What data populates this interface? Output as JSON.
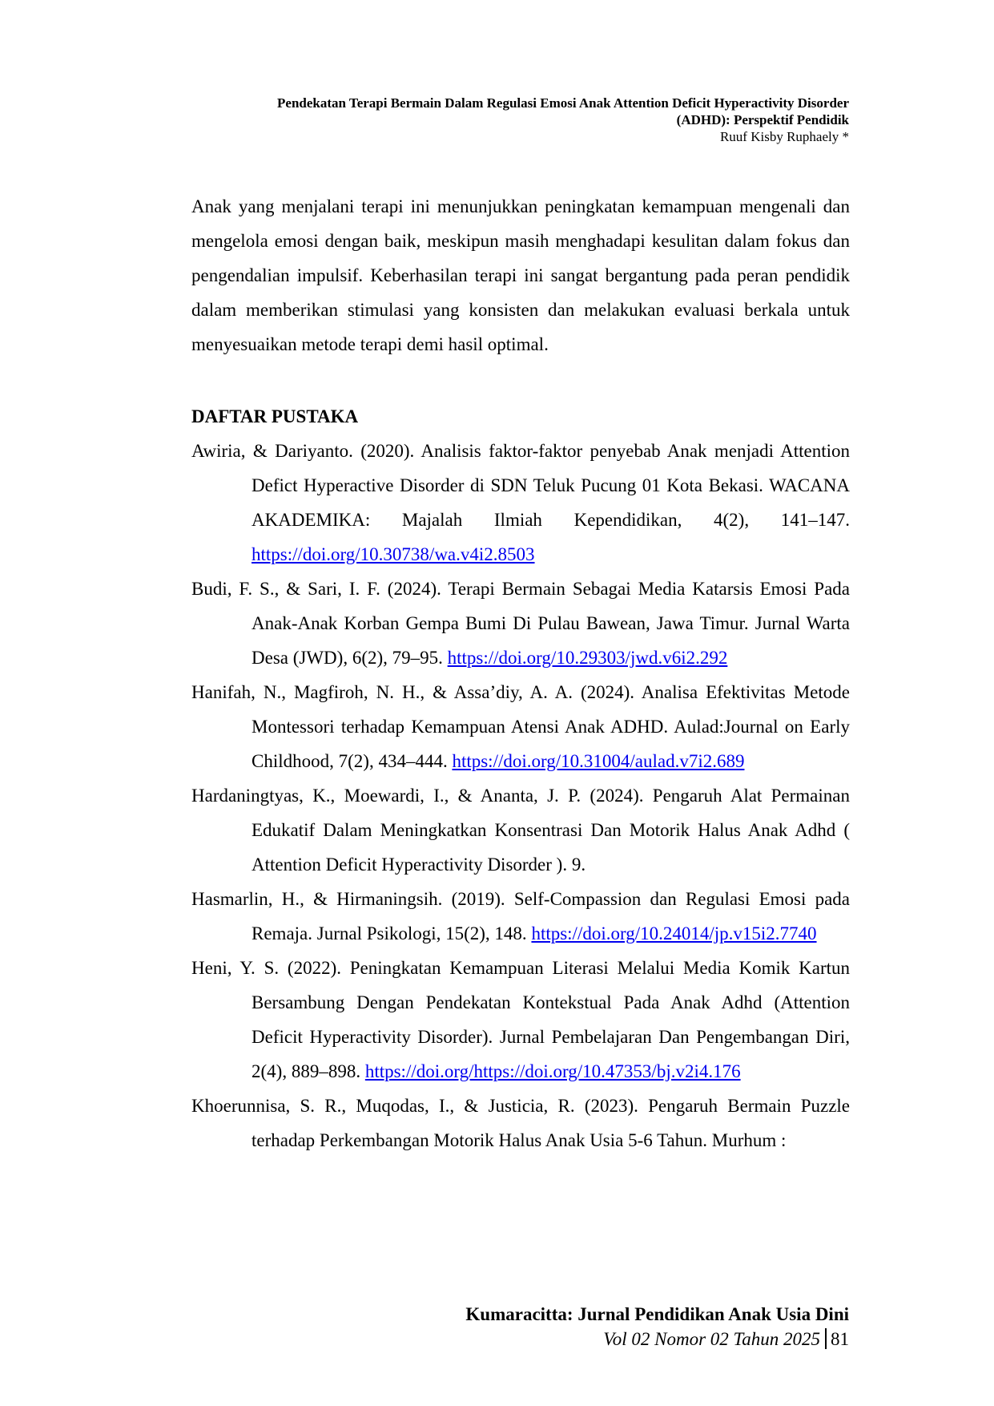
{
  "header": {
    "title_line1": "Pendekatan Terapi Bermain Dalam Regulasi Emosi Anak Attention Deficit Hyperactivity Disorder",
    "title_line2": "(ADHD): Perspektif Pendidik",
    "author": "Ruuf Kisby Ruphaely *"
  },
  "body": {
    "paragraph": "Anak yang menjalani terapi ini menunjukkan peningkatan kemampuan mengenali dan mengelola emosi dengan baik, meskipun masih menghadapi kesulitan dalam fokus dan pengendalian impulsif. Keberhasilan terapi ini sangat bergantung pada peran pendidik dalam memberikan stimulasi yang konsisten dan melakukan evaluasi berkala untuk menyesuaikan metode terapi demi hasil optimal."
  },
  "references": {
    "heading": "DAFTAR PUSTAKA",
    "items": [
      {
        "text": "Awiria, & Dariyanto. (2020). Analisis faktor-faktor penyebab Anak menjadi Attention Defict Hyperactive Disorder di SDN Teluk Pucung 01 Kota Bekasi. WACANA AKADEMIKA: Majalah Ilmiah Kependidikan, 4(2), 141–147. ",
        "doi": "https://doi.org/10.30738/wa.v4i2.8503"
      },
      {
        "text": "Budi, F. S., & Sari, I. F. (2024). Terapi Bermain Sebagai Media Katarsis Emosi Pada Anak-Anak Korban Gempa Bumi Di Pulau Bawean, Jawa Timur. Jurnal Warta Desa (JWD), 6(2), 79–95. ",
        "doi": "https://doi.org/10.29303/jwd.v6i2.292"
      },
      {
        "text": "Hanifah, N., Magfiroh, N. H., & Assa’diy, A. A. (2024). Analisa Efektivitas Metode Montessori terhadap Kemampuan Atensi Anak ADHD. Aulad:Journal on Early Childhood, 7(2), 434–444. ",
        "doi": "https://doi.org/10.31004/aulad.v7i2.689"
      },
      {
        "text": "Hardaningtyas, K., Moewardi, I., & Ananta, J. P. (2024). Pengaruh Alat Permainan Edukatif Dalam Meningkatkan Konsentrasi Dan Motorik Halus Anak Adhd ( Attention Deficit Hyperactivity Disorder ). 9.",
        "doi": ""
      },
      {
        "text": "Hasmarlin, H., & Hirmaningsih. (2019). Self-Compassion dan Regulasi Emosi pada Remaja. Jurnal Psikologi, 15(2), 148. ",
        "doi": "https://doi.org/10.24014/jp.v15i2.7740"
      },
      {
        "text": "Heni, Y. S. (2022). Peningkatan Kemampuan Literasi Melalui Media Komik Kartun Bersambung Dengan Pendekatan Kontekstual Pada Anak Adhd (Attention Deficit Hyperactivity Disorder). Jurnal Pembelajaran Dan Pengembangan Diri, 2(4), 889–898. ",
        "doi": "https://doi.org/https://doi.org/10.47353/bj.v2i4.176"
      },
      {
        "text": "Khoerunnisa, S. R., Muqodas, I., & Justicia, R. (2023). Pengaruh Bermain Puzzle terhadap Perkembangan Motorik Halus Anak Usia 5-6 Tahun. Murhum :",
        "doi": ""
      }
    ]
  },
  "footer": {
    "journal": "Kumaracitta: Jurnal Pendidikan Anak Usia Dini",
    "volume": "Vol 02 Nomor 02 Tahun 2025",
    "page": "81"
  }
}
